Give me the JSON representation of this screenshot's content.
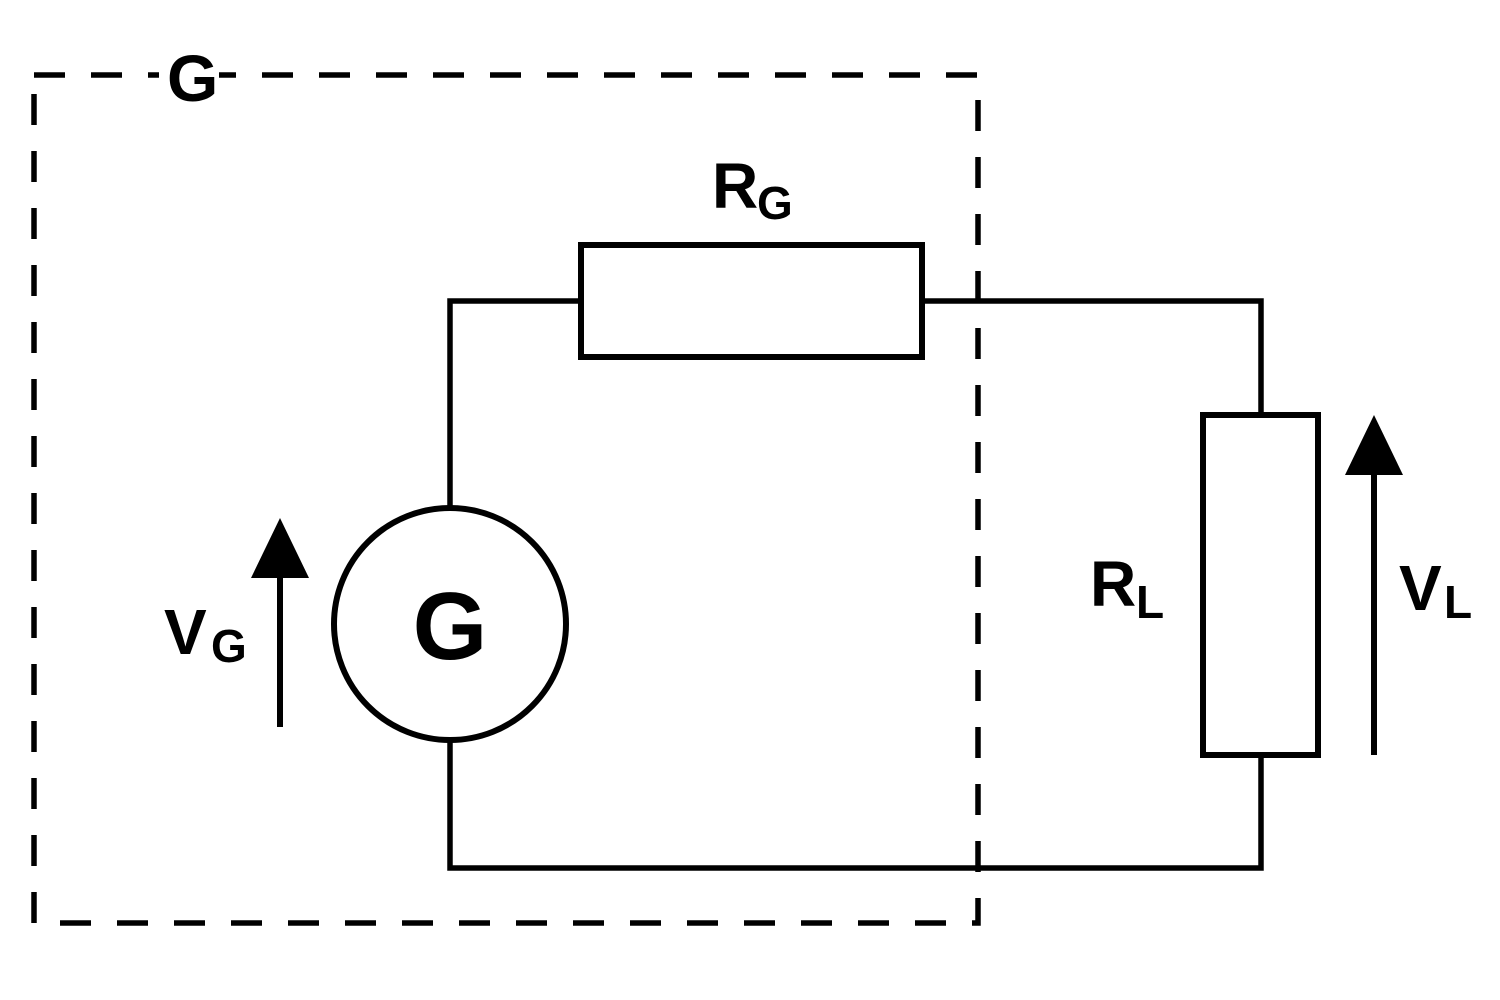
{
  "figure": {
    "type": "circuit-diagram",
    "description": "Generator with internal resistance driving a load resistor",
    "colors": {
      "line": "#000000",
      "background": "#ffffff"
    },
    "generator_box": {
      "label": "G"
    },
    "source": {
      "label": "G"
    },
    "components": {
      "rg": {
        "name": "R",
        "sub": "G"
      },
      "rl": {
        "name": "R",
        "sub": "L"
      }
    },
    "voltages": {
      "vg": {
        "name": "V",
        "sub": "G"
      },
      "vl": {
        "name": "V",
        "sub": "L"
      }
    }
  }
}
